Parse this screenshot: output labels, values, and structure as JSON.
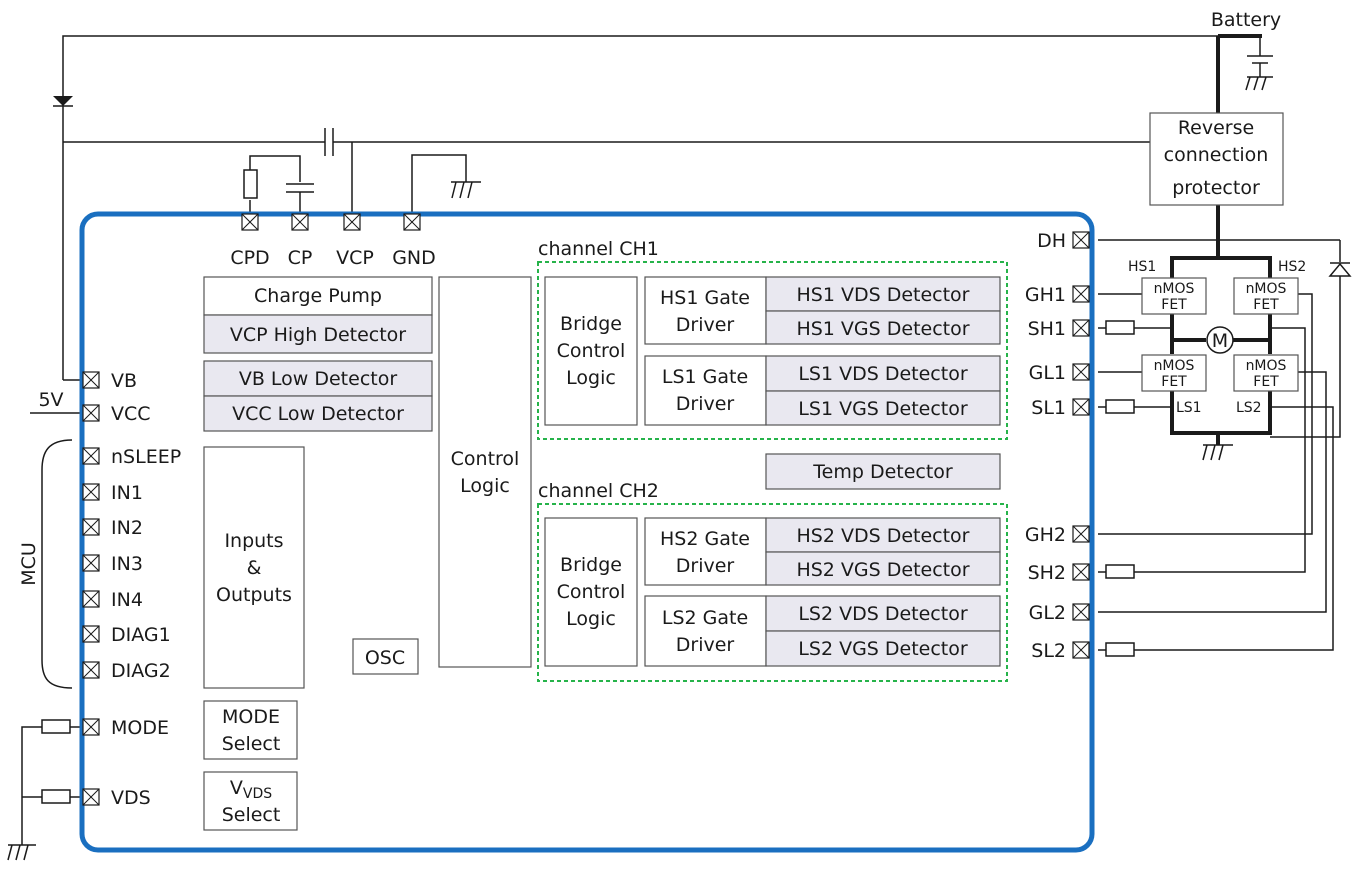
{
  "colors": {
    "chip_border": "#1a6fc0",
    "channel_border": "#26b34a",
    "shaded_block": "#e9e8f0"
  },
  "top": {
    "battery": "Battery",
    "five_v": "5V",
    "mcu": "MCU"
  },
  "chip_pins_top": {
    "cpd": "CPD",
    "cp": "CP",
    "vcp": "VCP",
    "gnd": "GND"
  },
  "left_pins": {
    "vb": "VB",
    "vcc": "VCC",
    "nsleep": "nSLEEP",
    "in1": "IN1",
    "in2": "IN2",
    "in3": "IN3",
    "in4": "IN4",
    "diag1": "DIAG1",
    "diag2": "DIAG2",
    "mode": "MODE",
    "vds": "VDS"
  },
  "right_pins": {
    "dh": "DH",
    "gh1": "GH1",
    "sh1": "SH1",
    "gl1": "GL1",
    "sl1": "SL1",
    "gh2": "GH2",
    "sh2": "SH2",
    "gl2": "GL2",
    "sl2": "SL2"
  },
  "blocks": {
    "charge_pump": "Charge Pump",
    "vcp_high": "VCP High Detector",
    "vb_low": "VB Low Detector",
    "vcc_low": "VCC Low Detector",
    "io": [
      "Inputs",
      "&",
      "Outputs"
    ],
    "osc": "OSC",
    "mode_select": [
      "MODE",
      "Select"
    ],
    "vds_select_v": "V",
    "vds_select_sub": "VDS",
    "vds_select_label": "Select",
    "control_logic": [
      "Control",
      "Logic"
    ],
    "temp": "Temp Detector"
  },
  "ch1": {
    "label": "channel CH1",
    "bridge": [
      "Bridge",
      "Control",
      "Logic"
    ],
    "hs_gate": [
      "HS1 Gate",
      "Driver"
    ],
    "ls_gate": [
      "LS1 Gate",
      "Driver"
    ],
    "hs_vds": "HS1 VDS Detector",
    "hs_vgs": "HS1 VGS Detector",
    "ls_vds": "LS1 VDS Detector",
    "ls_vgs": "LS1 VGS Detector"
  },
  "ch2": {
    "label": "channel CH2",
    "bridge": [
      "Bridge",
      "Control",
      "Logic"
    ],
    "hs_gate": [
      "HS2 Gate",
      "Driver"
    ],
    "ls_gate": [
      "LS2 Gate",
      "Driver"
    ],
    "hs_vds": "HS2 VDS Detector",
    "hs_vgs": "HS2 VGS Detector",
    "ls_vds": "LS2 VDS Detector",
    "ls_vgs": "LS2 VGS Detector"
  },
  "external": {
    "reverse_protector": [
      "Reverse",
      "connection",
      "protector"
    ],
    "fet": [
      "nMOS",
      "FET"
    ],
    "hs1": "HS1",
    "hs2": "HS2",
    "ls1": "LS1",
    "ls2": "LS2",
    "motor": "M"
  }
}
